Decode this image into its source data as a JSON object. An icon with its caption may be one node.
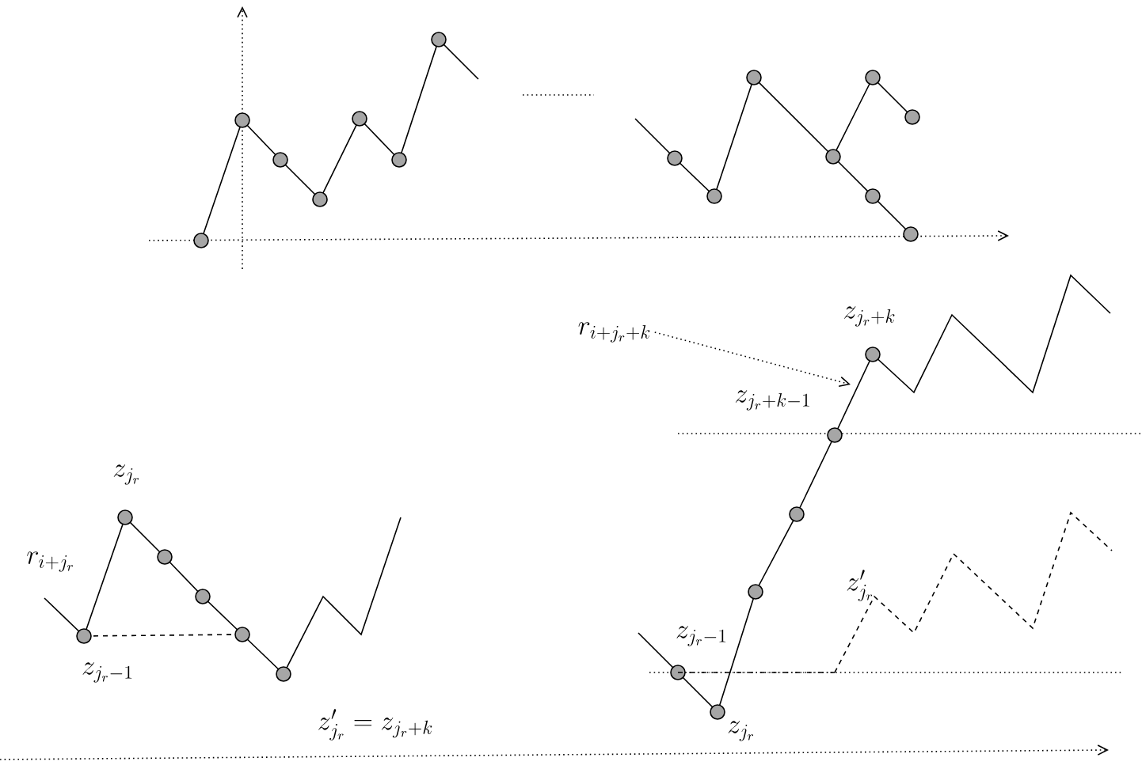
{
  "diagram": {
    "nodes": [
      {
        "text": [
          "r_{i+j_r+k}"
        ]
      },
      {
        "text": [],
        "shape": "circle"
      }
    ],
    "edges": [
      {
        "from": 0,
        "to": 1,
        "arrow": "to",
        "style": "dashed"
      }
    ],
    "labels": [
      "z_{j_r}",
      "r_{i+j_r}",
      "z_{j_r-1}",
      "z'_{j_r} = z_{j_r+k}",
      "z_{j_r+k}",
      "z_{j_r+k-1}",
      "z'_{j_r}",
      "z_{j_r-1}",
      "z_{j_r}"
    ]
  }
}
